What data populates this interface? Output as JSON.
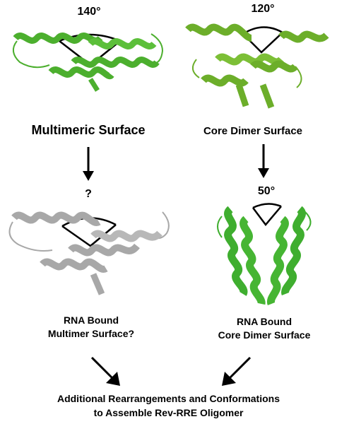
{
  "figure": {
    "top_left": {
      "angle": "140°",
      "label": "Multimeric Surface",
      "color": "#4caf2e"
    },
    "top_right": {
      "angle": "120°",
      "label": "Core Dimer Surface",
      "color": "#6cae2a"
    },
    "mid_left": {
      "angle": "?",
      "label_line1": "RNA Bound",
      "label_line2": "Multimer Surface?",
      "color": "#a8a8a8"
    },
    "mid_right": {
      "angle": "50°",
      "label_line1": "RNA Bound",
      "label_line2": "Core Dimer Surface",
      "color": "#3fae2f"
    },
    "bottom": {
      "line1": "Additional Rearrangements and Conformations",
      "line2": "to Assemble Rev-RRE Oligomer"
    }
  }
}
